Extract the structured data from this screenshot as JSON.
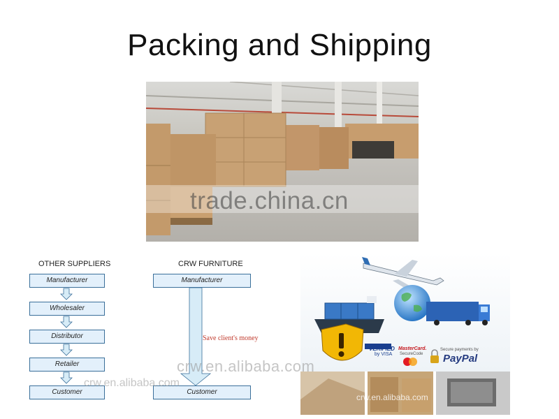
{
  "header": {
    "title": "Packing and Shipping"
  },
  "watermarks": {
    "trade": "trade.china.cn",
    "crw_large": "crw.en.alibaba.com",
    "crw_left": "crw.en.alibaba.com",
    "crw_right": "crw.en.alibaba.com"
  },
  "flow_other": {
    "title": "OTHER SUPPLIERS",
    "steps": [
      "Manufacturer",
      "Wholesaler",
      "Distributor",
      "Retailer",
      "Customer"
    ]
  },
  "flow_crw": {
    "title": "CRW FURNITURE",
    "start": "Manufacturer",
    "end": "Customer",
    "note": "Save client's money"
  },
  "payments": {
    "verified_line1": "VERIFIED",
    "verified_line2": "by VISA",
    "mastercard_line1": "MasterCard.",
    "mastercard_line2": "SecureCode",
    "paypal_caption": "Secure payments by",
    "paypal": "PayPal"
  },
  "colors": {
    "box_fill": "#e3f0fb",
    "box_border": "#3a6f9a",
    "arrow_fill": "#d7ecf7",
    "note": "#c0392b",
    "paypal_dark": "#253b80",
    "paypal_light": "#179bd7"
  }
}
